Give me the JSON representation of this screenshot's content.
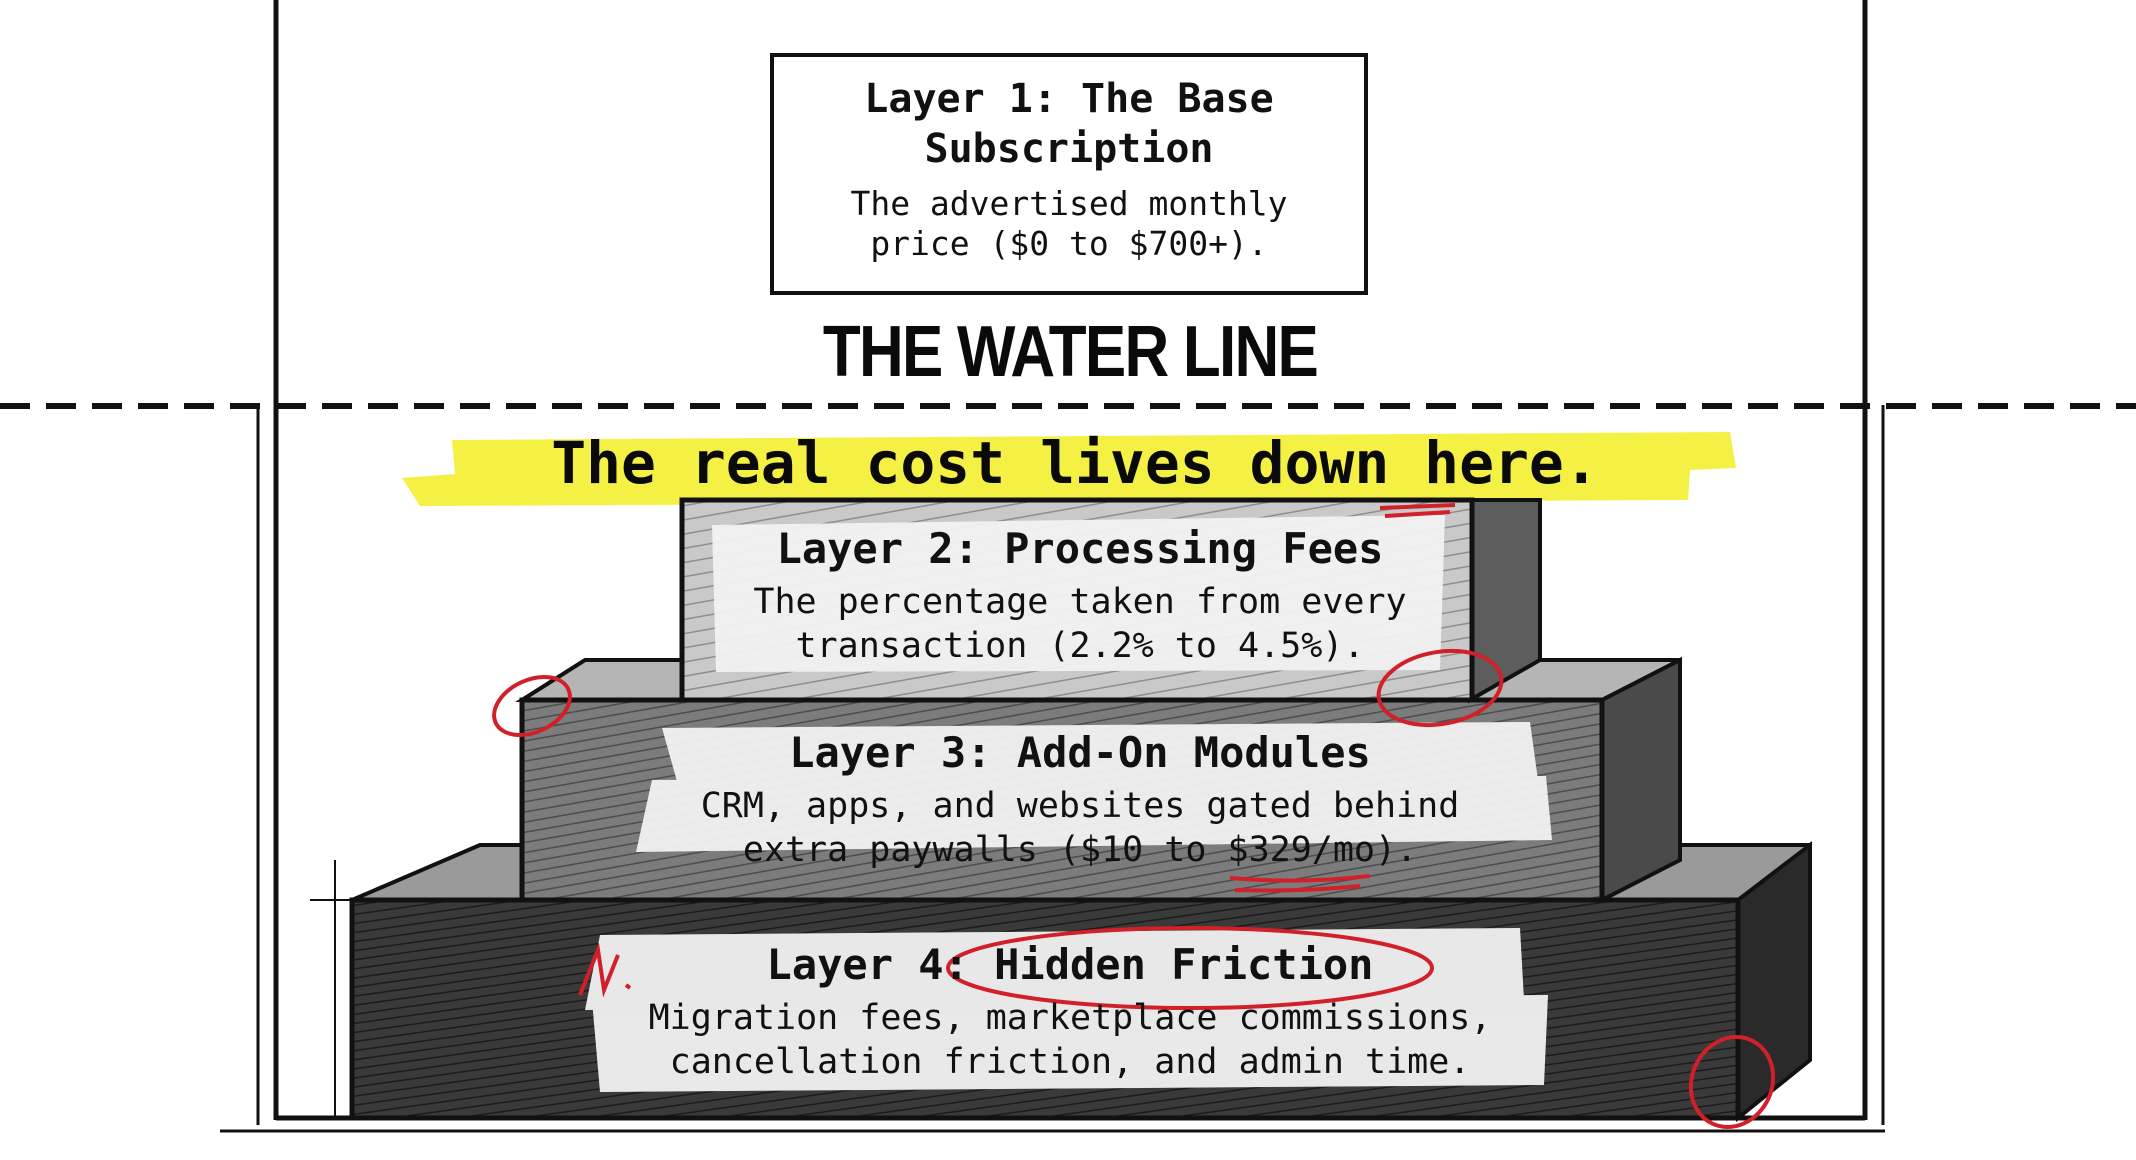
{
  "layer1": {
    "title": "Layer 1: The Base Subscription",
    "title_line1": "Layer 1: The Base",
    "title_line2": "Subscription",
    "desc_line1": "The advertised monthly",
    "desc_line2": "price ($0 to $700+)."
  },
  "water_line": "THE WATER LINE",
  "tagline": "The real cost lives down here.",
  "layer2": {
    "title": "Layer 2: Processing Fees",
    "desc_line1": "The percentage taken from every",
    "desc_line2": "transaction (2.2% to 4.5%)."
  },
  "layer3": {
    "title": "Layer 3: Add-On Modules",
    "desc_line1": "CRM, apps, and websites gated behind",
    "desc_line2": "extra paywalls ($10 to $329/mo)."
  },
  "layer4": {
    "title": "Layer 4: Hidden Friction",
    "title_prefix": "Layer 4:",
    "title_highlight": "Hidden Friction",
    "desc_line1": "Migration fees, marketplace commissions,",
    "desc_line2": "cancellation friction, and admin time."
  },
  "colors": {
    "highlight": "#f4f03a",
    "annotation": "#d2202a",
    "ink": "#111111",
    "paper": "#ffffff"
  }
}
